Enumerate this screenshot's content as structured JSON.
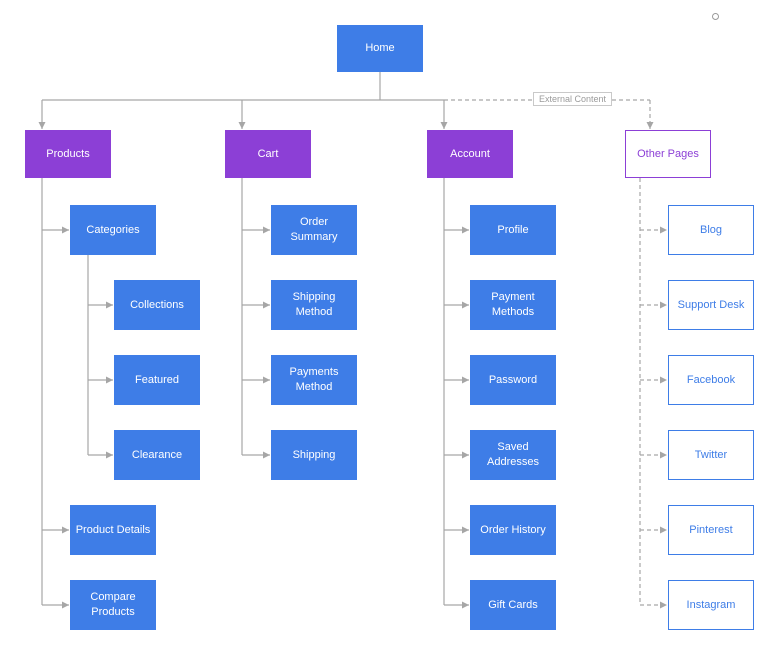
{
  "home": {
    "label": "Home"
  },
  "connector_label": "External Content",
  "colors": {
    "node_blue": "#3e7de7",
    "node_purple": "#8c3fd6",
    "connector_gray": "#a6a6a6"
  },
  "branches": [
    {
      "label": "Products",
      "children": [
        {
          "label": "Categories",
          "children": [
            {
              "label": "Collections"
            },
            {
              "label": "Featured"
            },
            {
              "label": "Clearance"
            }
          ]
        },
        {
          "label": "Product Details"
        },
        {
          "label": "Compare Products"
        }
      ]
    },
    {
      "label": "Cart",
      "children": [
        {
          "label": "Order Summary"
        },
        {
          "label": "Shipping Method"
        },
        {
          "label": "Payments Method"
        },
        {
          "label": "Shipping"
        }
      ]
    },
    {
      "label": "Account",
      "children": [
        {
          "label": "Profile"
        },
        {
          "label": "Payment Methods"
        },
        {
          "label": "Password"
        },
        {
          "label": "Saved Addresses"
        },
        {
          "label": "Order History"
        },
        {
          "label": "Gift Cards"
        }
      ]
    },
    {
      "label": "Other Pages",
      "children": [
        {
          "label": "Blog"
        },
        {
          "label": "Support Desk"
        },
        {
          "label": "Facebook"
        },
        {
          "label": "Twitter"
        },
        {
          "label": "Pinterest"
        },
        {
          "label": "Instagram"
        }
      ]
    }
  ]
}
